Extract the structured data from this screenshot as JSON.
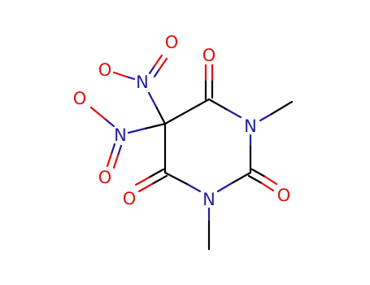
{
  "colors": {
    "bond": "#000000",
    "nitrogen": "#1f1f9e",
    "oxygen": "#e01010"
  },
  "atoms": {
    "n_ring_top": "N",
    "n_ring_bottom": "N",
    "o_carbonyl_top": "O",
    "o_carbonyl_right": "O",
    "o_carbonyl_left": "O",
    "n_nitro_upper": "N",
    "o_nitro_upper_a": "O",
    "o_nitro_upper_b": "O",
    "n_nitro_lower": "N",
    "o_nitro_lower_a": "O",
    "o_nitro_lower_b": "O"
  }
}
